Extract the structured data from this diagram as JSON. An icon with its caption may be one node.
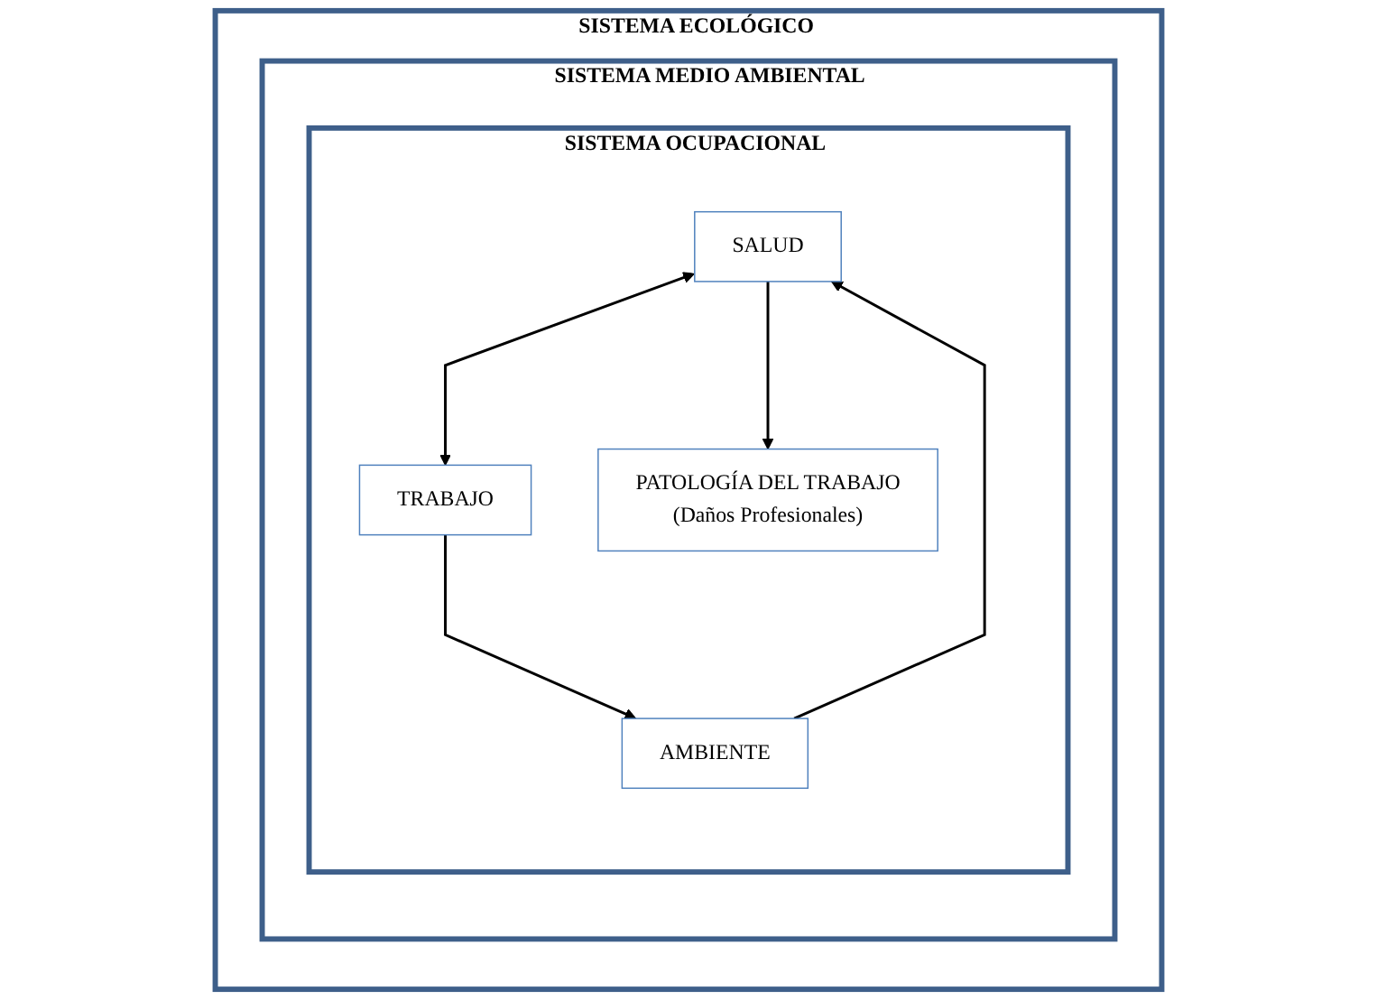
{
  "diagram": {
    "nodes": [
      {
        "text": [
          "SISTEMA ECOLÓGICO"
        ]
      },
      {
        "text": [
          "SISTEMA MEDIO AMBIENTAL"
        ],
        "in": 0
      },
      {
        "text": [
          "SISTEMA OCUPACIONAL"
        ],
        "in": 1
      },
      {
        "text": [
          "SALUD"
        ],
        "in": 2
      },
      {
        "text": [
          "TRABAJO"
        ],
        "in": 2
      },
      {
        "text": [
          "PATOLOGÍA DEL TRABAJO",
          "(Daños Profesionales)"
        ],
        "in": 2
      },
      {
        "text": [
          "AMBIENTE"
        ],
        "in": 2
      }
    ],
    "edges": [
      {
        "from": 3,
        "to": 4,
        "arrow": "both"
      },
      {
        "from": 3,
        "to": 5,
        "arrow": "to"
      },
      {
        "from": 4,
        "to": 6,
        "arrow": "to"
      },
      {
        "from": 6,
        "to": 3,
        "arrow": "to"
      }
    ]
  }
}
